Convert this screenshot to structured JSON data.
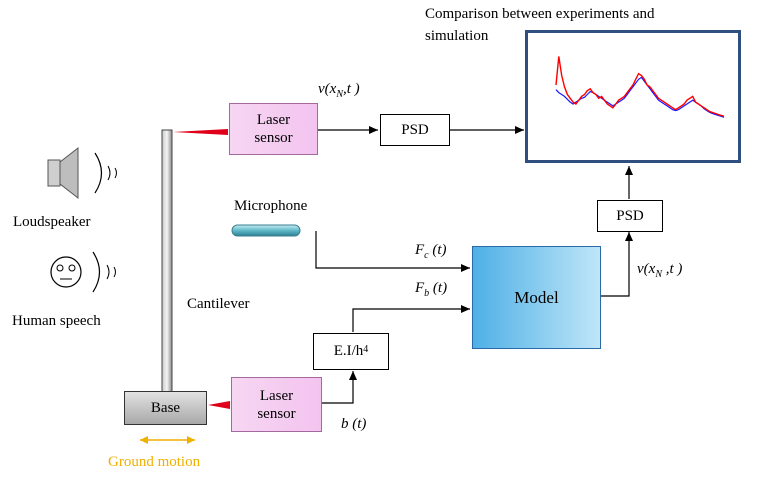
{
  "title": {
    "line1": "Comparison between experiments and",
    "line2": "simulation"
  },
  "blocks": {
    "laser_top": {
      "line1": "Laser",
      "line2": "sensor"
    },
    "psd_top": "PSD",
    "psd_right": "PSD",
    "model": "Model",
    "ei": "E.I/h",
    "ei_sup": "4",
    "laser_bottom": {
      "line1": "Laser",
      "line2": "sensor"
    },
    "base": "Base"
  },
  "labels": {
    "v_top": "v(x",
    "v_top_sub": "N",
    "v_top_tail": ",t )",
    "v_right": "v(x",
    "v_right_sub": "N",
    "v_right_tail": " ,t )",
    "fc": "F",
    "fc_sub": "c",
    "fc_tail": " (t)",
    "fb": "F",
    "fb_sub": "b",
    "fb_tail": " (t)",
    "bt": "b (t)",
    "loudspeaker": "Loudspeaker",
    "human_speech": "Human speech",
    "microphone": "Microphone",
    "cantilever": "Cantilever",
    "ground_motion": "Ground motion"
  },
  "colors": {
    "experiment_line": "#1a1aff",
    "simulation_line": "#ff0000",
    "laser_beam": "#e0001a",
    "ground_motion": "#f0b000",
    "plot_border": "#2f4f7f"
  },
  "chart_data": {
    "type": "line",
    "series": [
      {
        "values": [
          0.55,
          0.52,
          0.5,
          0.48,
          0.45,
          0.42,
          0.4,
          0.42,
          0.44,
          0.46,
          0.47,
          0.5,
          0.53,
          0.52,
          0.5,
          0.48,
          0.46,
          0.44,
          0.42,
          0.4,
          0.38,
          0.4,
          0.42,
          0.44,
          0.46,
          0.5,
          0.54,
          0.58,
          0.62,
          0.66,
          0.68,
          0.64,
          0.6,
          0.56,
          0.52,
          0.48,
          0.44,
          0.42,
          0.4,
          0.38,
          0.36,
          0.34,
          0.33,
          0.34,
          0.36,
          0.38,
          0.4,
          0.42,
          0.44,
          0.42,
          0.4,
          0.38,
          0.35,
          0.33,
          0.31,
          0.3,
          0.29,
          0.28,
          0.27,
          0.26
        ]
      },
      {
        "values": [
          0.6,
          0.9,
          0.7,
          0.58,
          0.5,
          0.46,
          0.42,
          0.4,
          0.44,
          0.48,
          0.5,
          0.54,
          0.56,
          0.52,
          0.5,
          0.46,
          0.48,
          0.44,
          0.4,
          0.38,
          0.36,
          0.4,
          0.44,
          0.46,
          0.48,
          0.52,
          0.56,
          0.6,
          0.66,
          0.72,
          0.7,
          0.66,
          0.6,
          0.58,
          0.54,
          0.5,
          0.46,
          0.44,
          0.42,
          0.4,
          0.38,
          0.36,
          0.34,
          0.36,
          0.38,
          0.4,
          0.44,
          0.46,
          0.48,
          0.42,
          0.4,
          0.38,
          0.36,
          0.34,
          0.32,
          0.31,
          0.3,
          0.29,
          0.28,
          0.27
        ]
      }
    ]
  }
}
